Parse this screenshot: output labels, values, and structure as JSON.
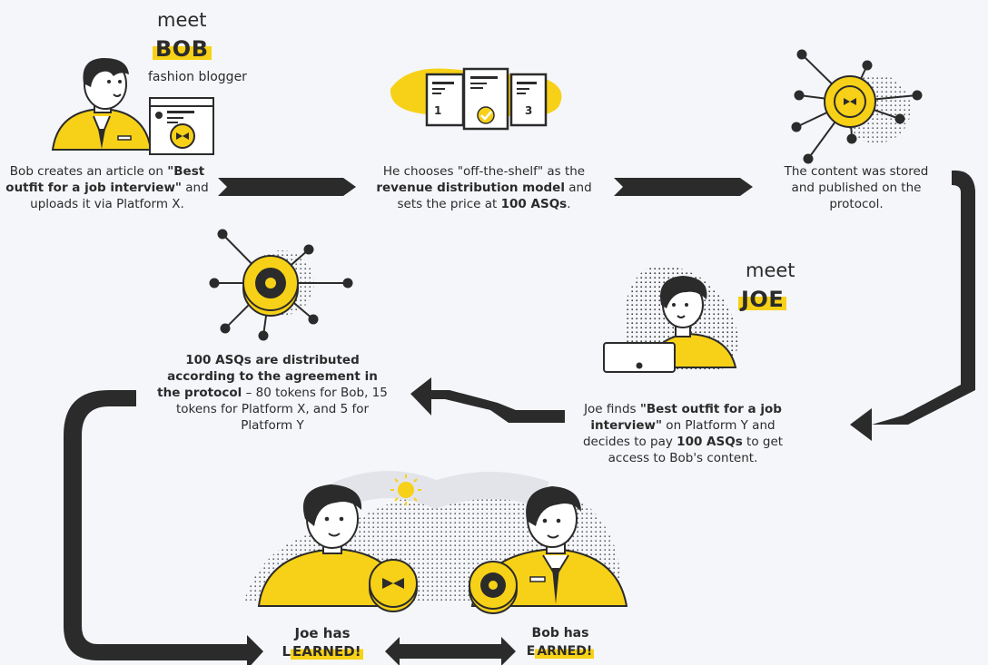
{
  "bob_intro": {
    "meet": "meet",
    "name": "BOB",
    "role": "fashion blogger"
  },
  "joe_intro": {
    "meet": "meet",
    "name": "JOE"
  },
  "steps": {
    "step1": {
      "pre": "Bob creates an article on ",
      "bold": "\"Best outfit for a job interview\"",
      "post": " and uploads it via Platform X."
    },
    "step2": {
      "pre": "He chooses \"off-the-shelf\" as the ",
      "bold1": "revenue distribution model",
      "mid": " and sets the price at ",
      "bold2": "100 ASQs",
      "post": "."
    },
    "step3": {
      "text": "The content was stored and published on the protocol."
    },
    "step4": {
      "pre": "Joe finds ",
      "bold1": "\"Best outfit for a job interview\"",
      "mid": " on Platform Y and decides to pay ",
      "bold2": "100 ASQs",
      "post": " to get access to Bob's content."
    },
    "step5": {
      "bold": "100 ASQs are distributed according to the agreement in the protocol",
      "post": " – 80 tokens for Bob, 15 tokens for Platform X, and 5 for Platform Y"
    }
  },
  "documents": [
    "1",
    "",
    "3"
  ],
  "outcomes": {
    "joe": {
      "line1": "Joe has",
      "hl_first": "L",
      "hl_rest": "EARNED!"
    },
    "bob": {
      "line1": "Bob has",
      "hl_first": "E",
      "hl_rest": "ARNED!"
    }
  },
  "colors": {
    "yellow": "#f7d117",
    "dark": "#2b2b2b",
    "background": "#f5f6fa"
  }
}
